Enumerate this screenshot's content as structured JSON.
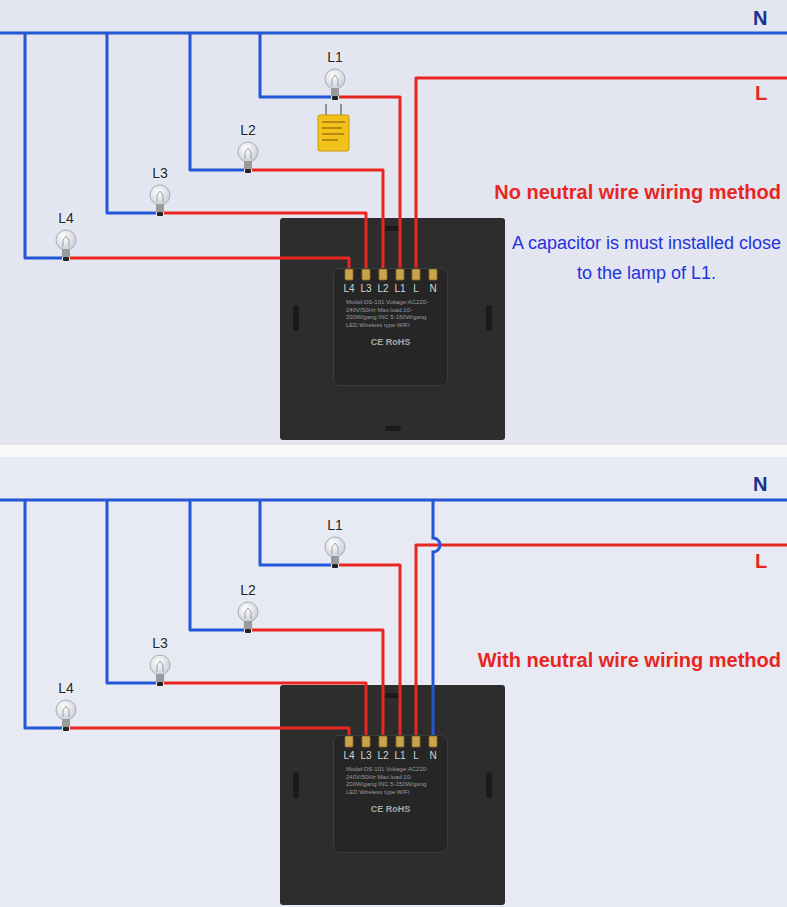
{
  "diagram": {
    "nodes": [
      {
        "text": [
          "L1"
        ]
      },
      {
        "text": [
          "L2"
        ]
      },
      {
        "text": [
          "L3"
        ]
      },
      {
        "text": [
          "L4"
        ]
      },
      {
        "text": [
          "L4",
          "L3",
          "L2",
          "L1",
          "L",
          "N",
          "Model:DS-101 Voltage:AC220-240V/50Hz Max.load:10-200W/gang INC 5-150W/gang LED Wireless type:WIFI",
          "CE RoHS"
        ]
      },
      {
        "text": [
          "L1"
        ]
      },
      {
        "text": [
          "L2"
        ]
      },
      {
        "text": [
          "L3"
        ]
      },
      {
        "text": [
          "L4"
        ]
      },
      {
        "text": [
          "L4",
          "L3",
          "L2",
          "L1",
          "L",
          "N",
          "Model:DS-101 Voltage:AC220-240V/50Hz Max.load:10-200W/gang INC 5-150W/gang LED Wireless type:WIFI",
          "CE RoHS"
        ]
      }
    ],
    "edges": [
      {
        "from": 0,
        "to": 4,
        "arrow": "none"
      },
      {
        "from": 1,
        "to": 4,
        "arrow": "none"
      },
      {
        "from": 2,
        "to": 4,
        "arrow": "none"
      },
      {
        "from": 3,
        "to": 4,
        "arrow": "none"
      },
      {
        "from": 5,
        "to": 9,
        "arrow": "none"
      },
      {
        "from": 6,
        "to": 9,
        "arrow": "none"
      },
      {
        "from": 7,
        "to": 9,
        "arrow": "none"
      },
      {
        "from": 8,
        "to": 9,
        "arrow": "none"
      }
    ],
    "labels": [
      "N",
      "L",
      "No neutral wire wiring method",
      "A capacitor is must installed close to the lamp of L1.",
      "N",
      "L",
      "With neutral wire wiring method"
    ]
  }
}
